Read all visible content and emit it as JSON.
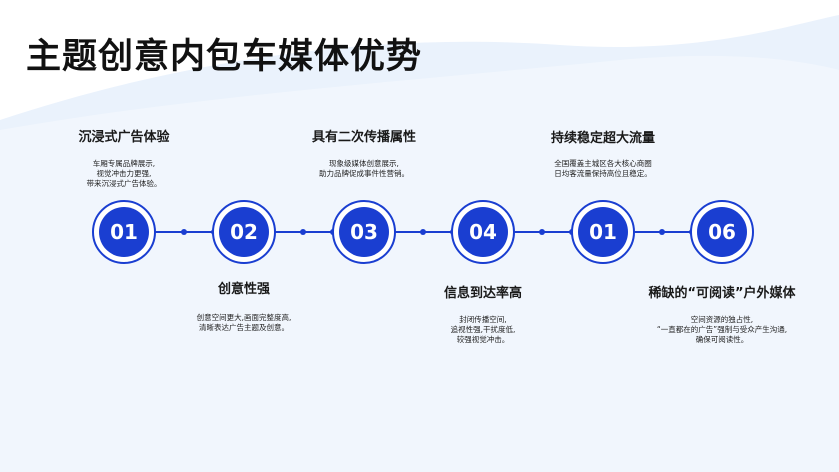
{
  "title": "主题创意内包车媒体优势",
  "colors": {
    "accent": "#1a3ed1",
    "background_wave": "#eaf2fc"
  },
  "steps": [
    {
      "number": "01",
      "title": "沉浸式广告体验",
      "desc": "车厢专属品牌展示,\n视觉冲击力更强,\n带来沉浸式广告体验。"
    },
    {
      "number": "02",
      "title": "创意性强",
      "desc": "创意空间更大,画面完整度高,\n清晰表达广告主题及创意。"
    },
    {
      "number": "03",
      "title": "具有二次传播属性",
      "desc": "现象级媒体创意展示,\n助力品牌促成事件性营销。"
    },
    {
      "number": "04",
      "title": "信息到达率高",
      "desc": "封闭传播空间,\n追视性强,干扰度低,\n较强视觉冲击。"
    },
    {
      "number": "01",
      "title": "持续稳定超大流量",
      "desc": "全国覆盖主城区各大核心商圈\n日均客流量保持高位且稳定。"
    },
    {
      "number": "06",
      "title": "稀缺的“可阅读”户外媒体",
      "desc": "空间资源的独占性,\n“一直都在的广告”强制与受众产生沟通,\n确保可阅读性。"
    }
  ]
}
